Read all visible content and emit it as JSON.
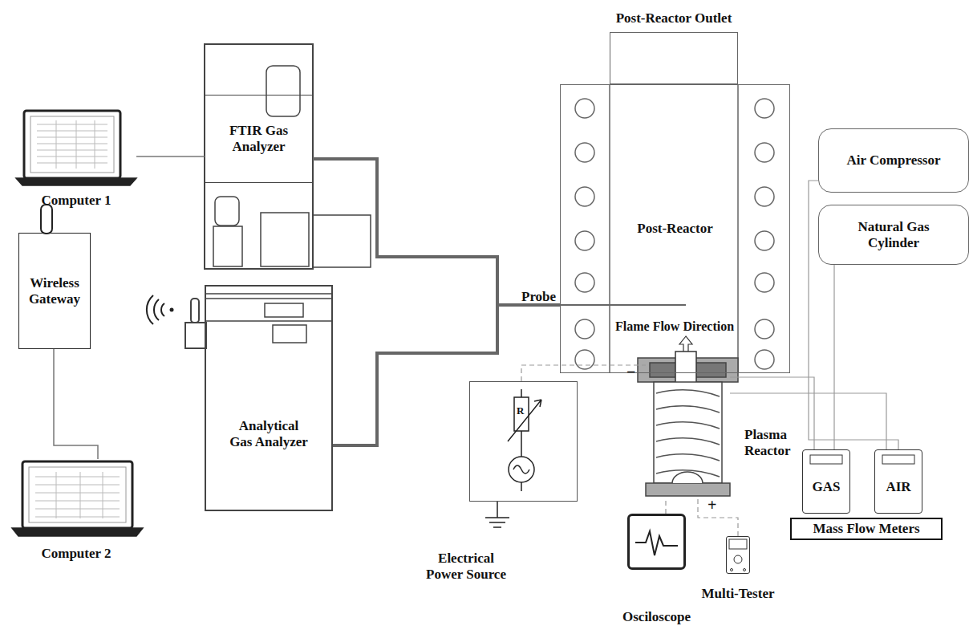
{
  "diagram": {
    "nodes": [
      {
        "text": [
          "Computer 1"
        ]
      },
      {
        "text": [
          "FTIR Gas Analyzer"
        ]
      },
      {
        "text": [
          "Analytical Gas Analyzer"
        ]
      },
      {
        "text": [
          "Wireless Gateway"
        ]
      },
      {
        "text": [
          "Computer 2"
        ]
      },
      {
        "text": [
          "Post-Reactor Outlet"
        ]
      },
      {
        "text": [
          "Post-Reactor"
        ]
      },
      {
        "text": [
          "Air Compressor"
        ]
      },
      {
        "text": [
          "Natural Gas Cylinder"
        ]
      },
      {
        "text": [
          "Plasma Reactor"
        ]
      },
      {
        "text": [
          "GAS"
        ]
      },
      {
        "text": [
          "AIR"
        ]
      },
      {
        "text": [
          "Mass Flow Meters"
        ]
      },
      {
        "text": [
          "Electrical Power Source"
        ]
      },
      {
        "text": [
          "Osciloscope"
        ]
      },
      {
        "text": [
          "Multi-Tester"
        ]
      }
    ],
    "edges": [
      {
        "from": 0,
        "to": 1,
        "arrow": "none"
      },
      {
        "from": 1,
        "to": 6,
        "arrow": "none"
      },
      {
        "from": 2,
        "to": 6,
        "arrow": "none"
      },
      {
        "from": 3,
        "to": 4,
        "arrow": "none"
      },
      {
        "from": 8,
        "to": 10,
        "arrow": "none"
      },
      {
        "from": 7,
        "to": 11,
        "arrow": "none"
      },
      {
        "from": 10,
        "to": 9,
        "arrow": "none"
      },
      {
        "from": 11,
        "to": 9,
        "arrow": "none"
      },
      {
        "from": 13,
        "to": 9,
        "arrow": "none"
      },
      {
        "from": 14,
        "to": 9,
        "arrow": "none"
      },
      {
        "from": 15,
        "to": 9,
        "arrow": "none"
      }
    ],
    "labels": [
      "Probe",
      "Flame Flow Direction",
      "R",
      "−",
      "+"
    ]
  }
}
